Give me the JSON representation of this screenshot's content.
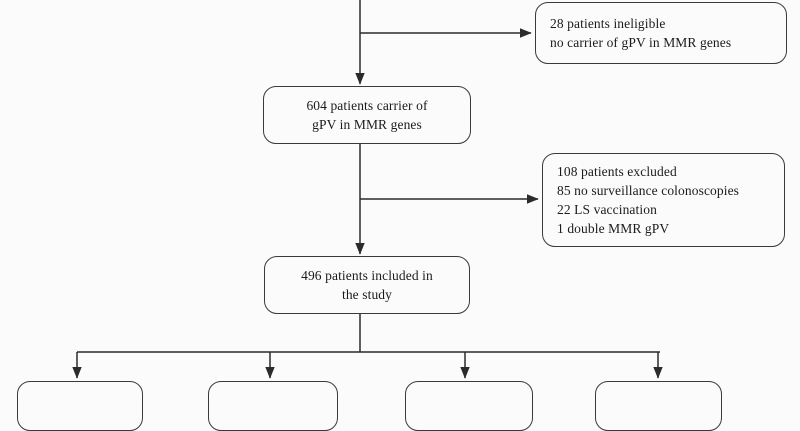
{
  "diagram": {
    "type": "study-flow-diagram",
    "background_color": "#fbfbfc",
    "line_color": "#2b2b2b",
    "text_color": "#1b1b1b",
    "nodes": {
      "carrier": {
        "text": "604 patients carrier of\ngPV in MMR genes",
        "count": 604
      },
      "ineligible": {
        "text": "28 patients ineligible\n   no carrier of gPV in MMR genes",
        "count": 28
      },
      "excluded": {
        "text": "108 patients excluded\n  85 no surveillance colonoscopies\n  22 LS vaccination\n  1 double MMR gPV",
        "count": 108
      },
      "included": {
        "text": "496 patients included in\nthe study",
        "count": 496
      },
      "group_1": {
        "text": ""
      },
      "group_2": {
        "text": ""
      },
      "group_3": {
        "text": ""
      },
      "group_4": {
        "text": ""
      }
    }
  }
}
